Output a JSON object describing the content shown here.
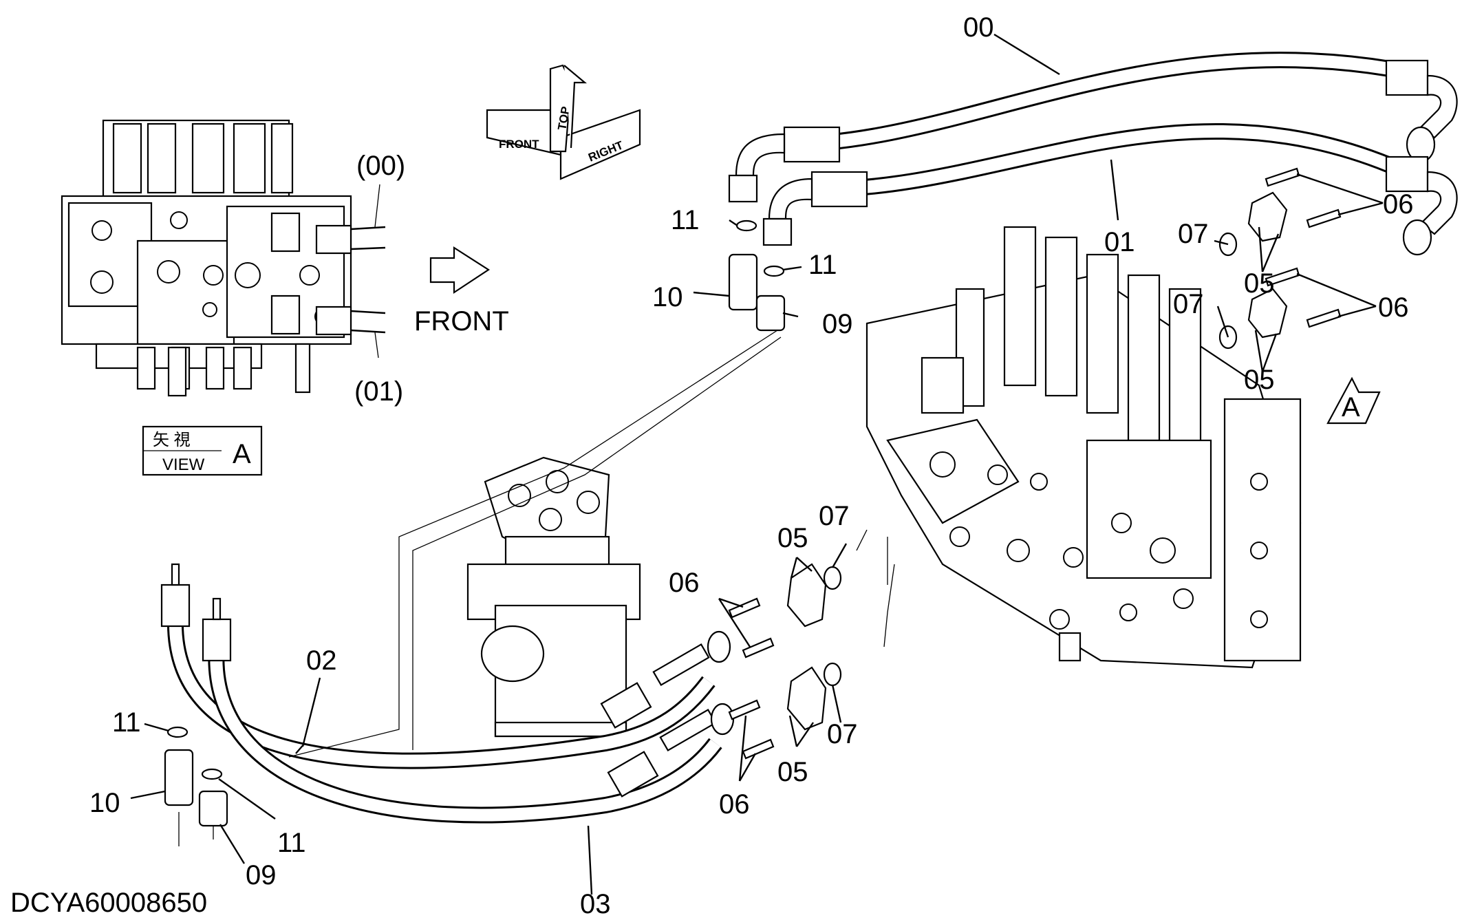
{
  "drawing_code": "DCYA60008650",
  "inset": {
    "hose_top_label": "(00)",
    "hose_bottom_label": "(01)",
    "front_arrow_label": "FRONT",
    "view_box": {
      "kanji": "矢 視",
      "view_text": "VIEW",
      "letter": "A"
    }
  },
  "orientation_cube": {
    "front": "FRONT",
    "top": "TOP",
    "right": "RIGHT"
  },
  "view_marker": "A",
  "callouts": {
    "c00": "00",
    "c01": "01",
    "c02": "02",
    "c03": "03",
    "c05_a": "05",
    "c05_b": "05",
    "c05_c": "05",
    "c05_d": "05",
    "c06_a": "06",
    "c06_b": "06",
    "c06_c": "06",
    "c06_d": "06",
    "c07_a": "07",
    "c07_b": "07",
    "c07_c": "07",
    "c07_d": "07",
    "c09_a": "09",
    "c09_b": "09",
    "c10_a": "10",
    "c10_b": "10",
    "c11_a": "11",
    "c11_b": "11",
    "c11_c": "11",
    "c11_d": "11"
  }
}
